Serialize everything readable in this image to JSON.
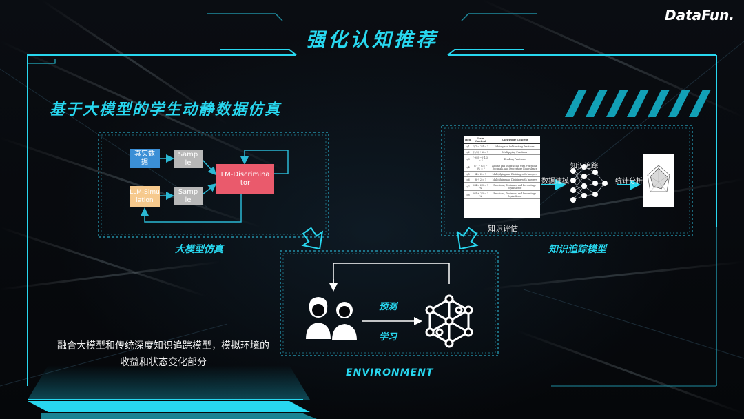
{
  "page": {
    "title": "强化认知推荐",
    "logo": "DataFun.",
    "subtitle": "基于大模型的学生动静数据仿真"
  },
  "left_panel": {
    "caption": "大模型仿真",
    "real_data": "真实数据",
    "sample_top": "Sample",
    "llm_simulation": "LLM-Simulation",
    "sample_bottom": "Sample",
    "discriminator": "LM-Discriminator"
  },
  "right_panel": {
    "caption": "知识追踪模型",
    "table_headers": [
      "Item",
      "Item Content",
      "Knowledge Concept"
    ],
    "table_rows": [
      [
        "q1",
        "3/7 − 2/4 = ?",
        "Adding and Subtracting Fractions"
      ],
      [
        "q2",
        "(1/8) ÷ 6 = ?",
        "Multiplying Fractions"
      ],
      [
        "q3",
        "(-9/2) − (-1/3) = ?",
        "Dividing Fractions"
      ],
      [
        "q4",
        "8/7 − 6/3 − 3% = ?",
        "Adding and Subtracting with Fractions, Decimals, and Percentage Equivalence"
      ],
      [
        "q5",
        "4 × 2 = ?",
        "Multiplying and Dividing with Integers"
      ],
      [
        "q6",
        "8 ÷ 2 = ?",
        "Multiplying and Dividing with Integers"
      ],
      [
        "q7",
        "0.4 × 2/5 = ? %",
        "Fractions, Decimals, and Percentage Equivalence"
      ],
      [
        "q8",
        "0.4 + 2/5 = ? %",
        "Fractions, Decimals, and Percentage Equivalence"
      ]
    ],
    "knowledge_eval": "知识评估",
    "data_modeling": "数据建模",
    "knowledge_tracing": "知识追踪",
    "stat_analysis": "统计分析"
  },
  "environment": {
    "caption": "ENVIRONMENT",
    "predict": "预测",
    "learn": "学习"
  },
  "description": "融合大模型和传统深度知识追踪模型，模拟环境的收益和状态变化部分",
  "colors": {
    "accent": "#28d7ef",
    "real_data": "#3b8fd6",
    "sample": "#b7b7b7",
    "llm_sim": "#f6c98d",
    "discriminator": "#ea5a6c"
  }
}
